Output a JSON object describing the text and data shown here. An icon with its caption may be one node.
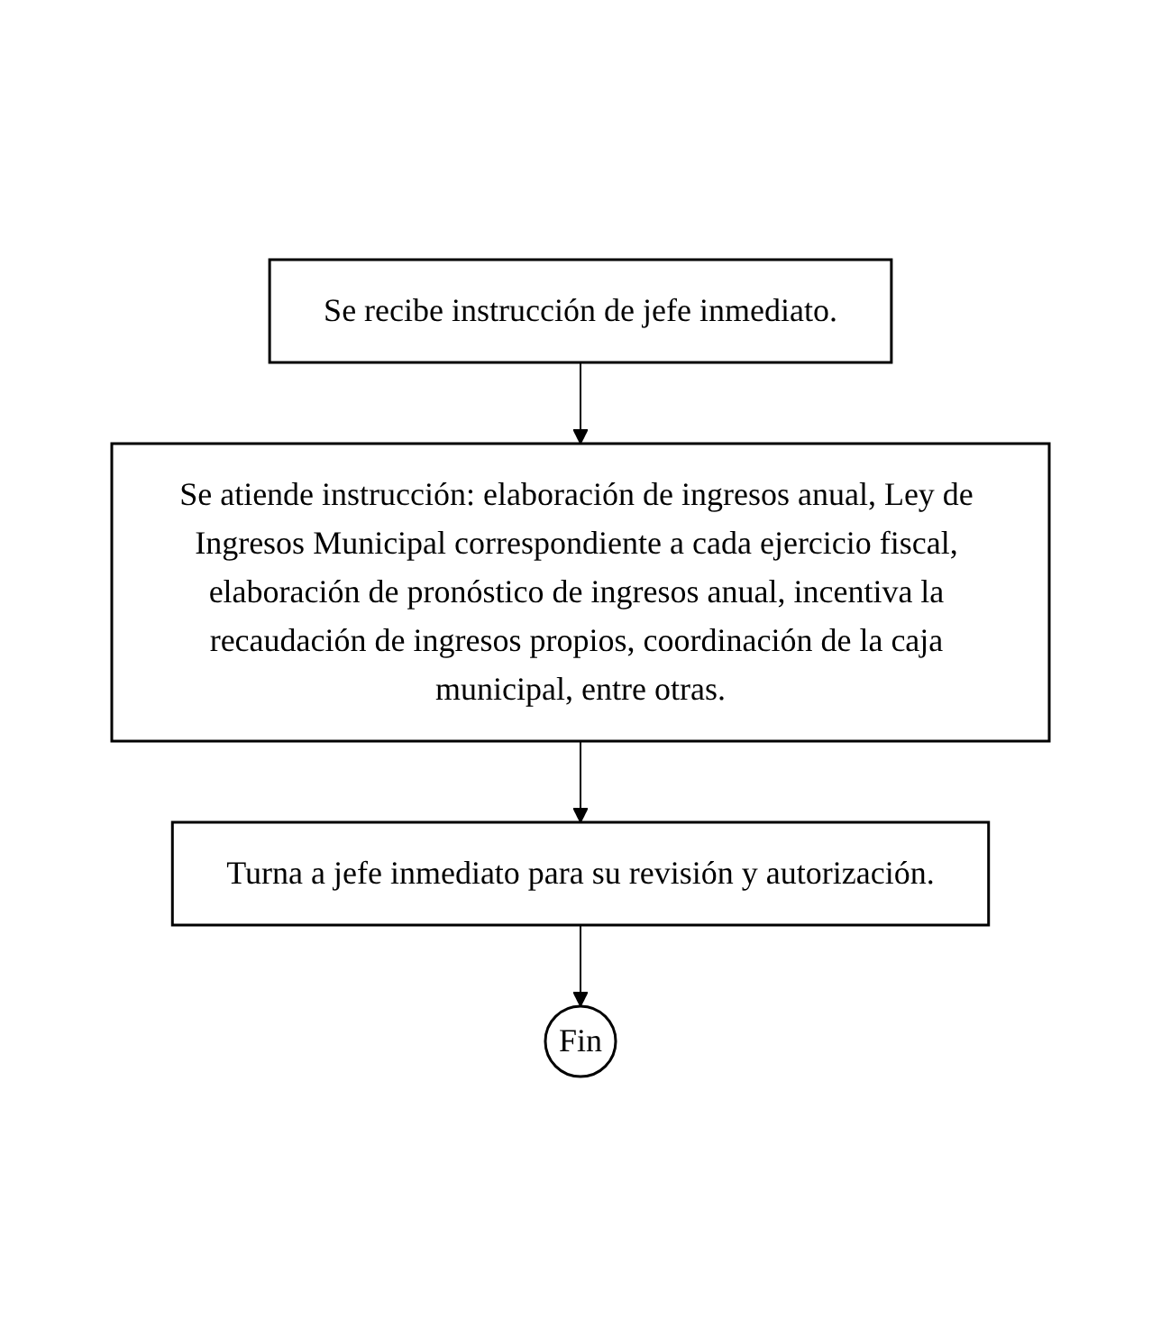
{
  "diagram": {
    "nodes": [
      {
        "text": [
          "Se recibe instrucción de jefe inmediato."
        ]
      },
      {
        "text": [
          "Se atiende instrucción: elaboración de ingresos anual, Ley de Ingresos Municipal correspondiente a cada ejercicio fiscal, elaboración de pronóstico de ingresos anual, incentiva la recaudación de ingresos propios, coordinación de la caja municipal, entre otras."
        ]
      },
      {
        "text": [
          "Turna a jefe inmediato para su revisión y autorización."
        ]
      },
      {
        "text": [
          "Fin"
        ]
      }
    ],
    "edges": [
      {
        "from": 0,
        "to": 1,
        "arrow": "to"
      },
      {
        "from": 1,
        "to": 2,
        "arrow": "to"
      },
      {
        "from": 2,
        "to": 3,
        "arrow": "to"
      }
    ]
  }
}
